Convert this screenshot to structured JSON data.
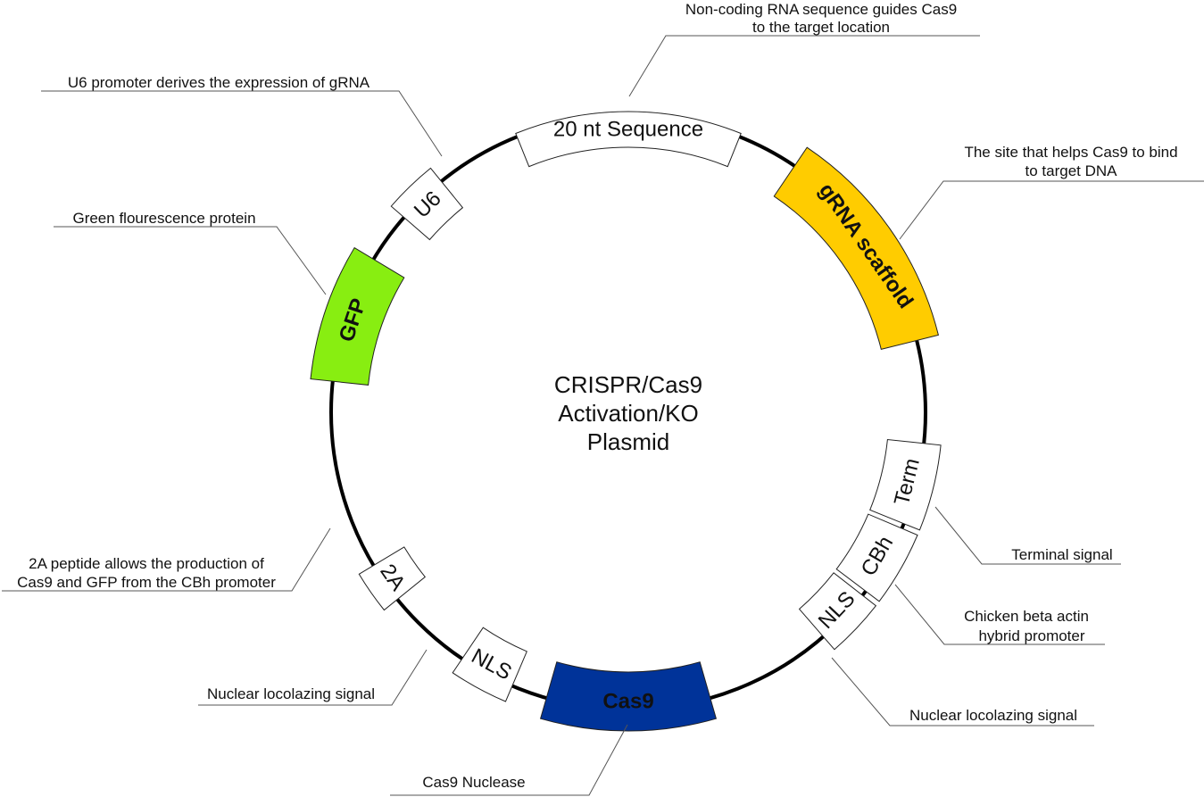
{
  "diagram": {
    "title_lines": [
      "CRISPR/Cas9",
      "Activation/KO",
      "Plasmid"
    ],
    "backbone_color": "#000000",
    "segments": [
      {
        "id": "seg-20nt",
        "label": "20 nt Sequence",
        "fill": "#ffffff",
        "text_color": "#111111",
        "bold": false
      },
      {
        "id": "seg-u6",
        "label": "U6",
        "fill": "#ffffff",
        "text_color": "#111111",
        "bold": false
      },
      {
        "id": "seg-gfp",
        "label": "GFP",
        "fill": "#88ee11",
        "text_color": "#8a8a8a",
        "bold": true
      },
      {
        "id": "seg-2a",
        "label": "2A",
        "fill": "#ffffff",
        "text_color": "#111111",
        "bold": false
      },
      {
        "id": "seg-nls-left",
        "label": "NLS",
        "fill": "#ffffff",
        "text_color": "#111111",
        "bold": false
      },
      {
        "id": "seg-cas9",
        "label": "Cas9",
        "fill": "#003399",
        "text_color": "#ffffff",
        "bold": true
      },
      {
        "id": "seg-nls-right",
        "label": "NLS",
        "fill": "#ffffff",
        "text_color": "#111111",
        "bold": false
      },
      {
        "id": "seg-cbh",
        "label": "CBh",
        "fill": "#ffffff",
        "text_color": "#111111",
        "bold": false
      },
      {
        "id": "seg-term",
        "label": "Term",
        "fill": "#ffffff",
        "text_color": "#111111",
        "bold": false
      },
      {
        "id": "seg-grna",
        "label": "gRNA scaffold",
        "fill": "#ffcc00",
        "text_color": "#ffffff",
        "bold": true
      }
    ],
    "annotations": [
      {
        "id": "ann-20nt",
        "lines": [
          "Non-coding RNA sequence guides Cas9",
          "to the target location"
        ]
      },
      {
        "id": "ann-u6",
        "lines": [
          "U6 promoter derives the expression of gRNA"
        ]
      },
      {
        "id": "ann-grna",
        "lines": [
          "The site that helps Cas9 to bind",
          "to target DNA"
        ]
      },
      {
        "id": "ann-gfp",
        "lines": [
          "Green flourescence protein"
        ]
      },
      {
        "id": "ann-2a",
        "lines": [
          "2A peptide allows the production of",
          "Cas9 and GFP from the CBh promoter"
        ]
      },
      {
        "id": "ann-term",
        "lines": [
          "Terminal signal"
        ]
      },
      {
        "id": "ann-cbh",
        "lines": [
          "Chicken beta actin",
          "hybrid promoter"
        ]
      },
      {
        "id": "ann-nls-left",
        "lines": [
          "Nuclear locolazing signal"
        ]
      },
      {
        "id": "ann-nls-right",
        "lines": [
          "Nuclear locolazing signal"
        ]
      },
      {
        "id": "ann-cas9",
        "lines": [
          "Cas9 Nuclease"
        ]
      }
    ]
  }
}
